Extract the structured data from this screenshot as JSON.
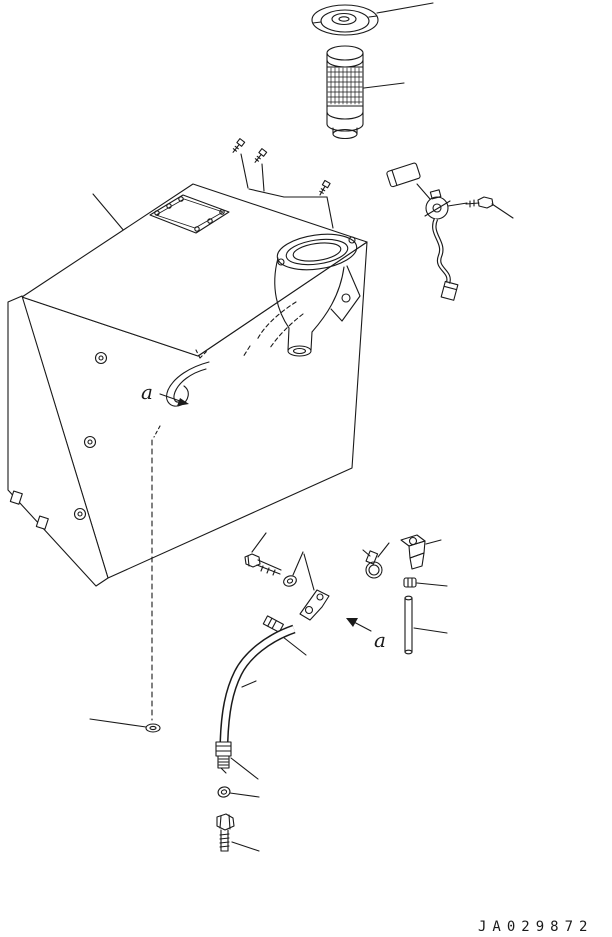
{
  "page": {
    "background": "#ffffff",
    "line_color": "#1a1a1a",
    "kind": "exploded-parts-diagram"
  },
  "diagram": {
    "labels": {
      "a_upper": "a",
      "a_lower": "a"
    },
    "part_code": "JA029872",
    "parts": [
      "filler-cap",
      "filter-element",
      "fuel-tank-body",
      "left-side-panel",
      "mounting-plate",
      "plate-bolts",
      "filler-neck",
      "neck-bolt",
      "breather-cylinder",
      "valve-body",
      "valve-bolt",
      "breather-hose",
      "hose-connector",
      "clamp-bolt",
      "clamp-washer",
      "hose-clamp",
      "elbow-fitting",
      "sleeve-fitting",
      "return-tube",
      "bracket",
      "hose-nipple",
      "main-hose",
      "hose-ferrule",
      "lower-washer",
      "drain-bolt",
      "drain-line-hidden",
      "drain-washer"
    ]
  }
}
